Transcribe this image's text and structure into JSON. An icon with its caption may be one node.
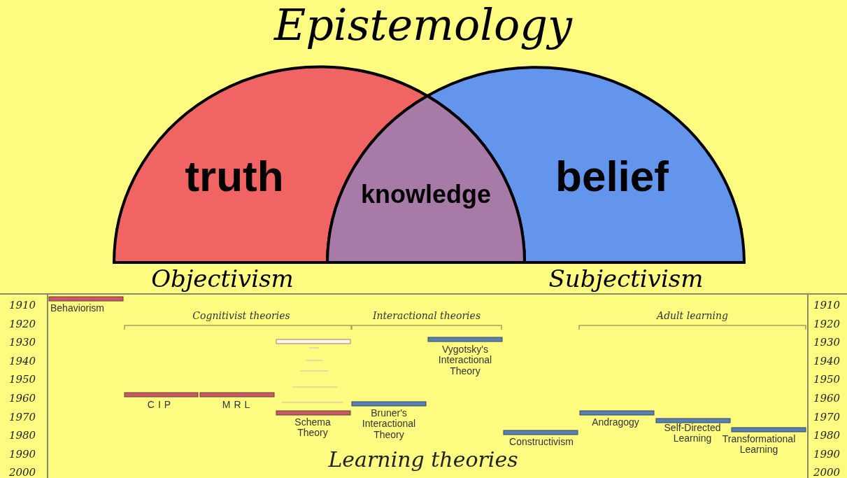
{
  "diagram": {
    "title": "Epistemology",
    "caption": "Learning theories",
    "nodes": [
      {
        "text": [
          "truth"
        ]
      },
      {
        "text": [
          "knowledge"
        ]
      },
      {
        "text": [
          "belief"
        ]
      }
    ],
    "labels": [
      "Objectivism",
      "Subjectivism",
      "1910",
      "1920",
      "1930",
      "1940",
      "1950",
      "1960",
      "1970",
      "1980",
      "1990",
      "2000",
      "1910",
      "1920",
      "1930",
      "1940",
      "1950",
      "1960",
      "1970",
      "1980",
      "1990",
      "2000",
      "Behaviorism",
      "Cognitivist theories",
      "Interactional theories",
      "Adult learning",
      "Vygotsky's Interactional Theory",
      "CIP",
      "MRL",
      "Bruner's Interactional Theory",
      "Schema Theory",
      "Andragogy",
      "Self-Directed Learning",
      "Constructivism",
      "Transformational Learning"
    ]
  }
}
